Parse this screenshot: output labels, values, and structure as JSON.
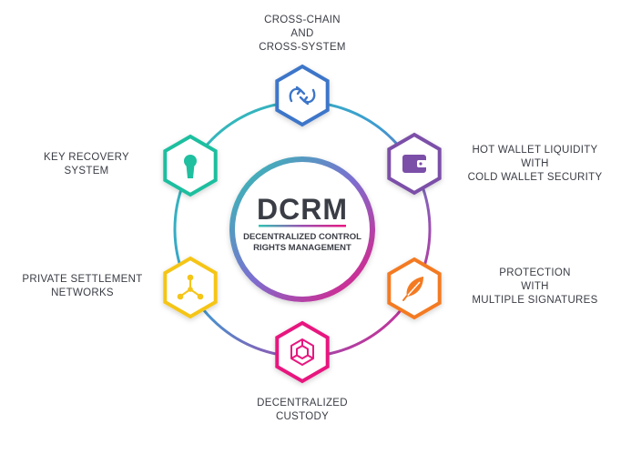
{
  "center": {
    "title": "DCRM",
    "subtitle_line1": "DECENTRALIZED CONTROL",
    "subtitle_line2": "RIGHTS MANAGEMENT"
  },
  "nodes": [
    {
      "id": "cross-chain",
      "icon": "cross-chain-arrows-icon",
      "color": "#3d76c9",
      "lines": [
        "CROSS-CHAIN",
        "AND",
        "CROSS-SYSTEM"
      ]
    },
    {
      "id": "hot-wallet",
      "icon": "wallet-icon",
      "color": "#7b4fa8",
      "lines": [
        "HOT WALLET LIQUIDITY",
        "WITH",
        "COLD WALLET SECURITY"
      ]
    },
    {
      "id": "multi-sig",
      "icon": "feather-quill-icon",
      "color": "#f47a22",
      "lines": [
        "PROTECTION",
        "WITH",
        "MULTIPLE SIGNATURES"
      ]
    },
    {
      "id": "custody",
      "icon": "cube-icon",
      "color": "#e8177f",
      "lines": [
        "DECENTRALIZED",
        "CUSTODY"
      ]
    },
    {
      "id": "settlement",
      "icon": "network-nodes-icon",
      "color": "#f5c518",
      "lines": [
        "PRIVATE SETTLEMENT",
        "NETWORKS"
      ]
    },
    {
      "id": "key-recovery",
      "icon": "keyhole-icon",
      "color": "#1fbf9f",
      "lines": [
        "KEY RECOVERY",
        "SYSTEM"
      ]
    }
  ],
  "colors": {
    "ring_teal": "#2fc4b2",
    "ring_purple": "#7b4fa8",
    "ring_pink": "#e8177f",
    "ring_blue": "#3d76c9",
    "text": "#3a3d45"
  }
}
